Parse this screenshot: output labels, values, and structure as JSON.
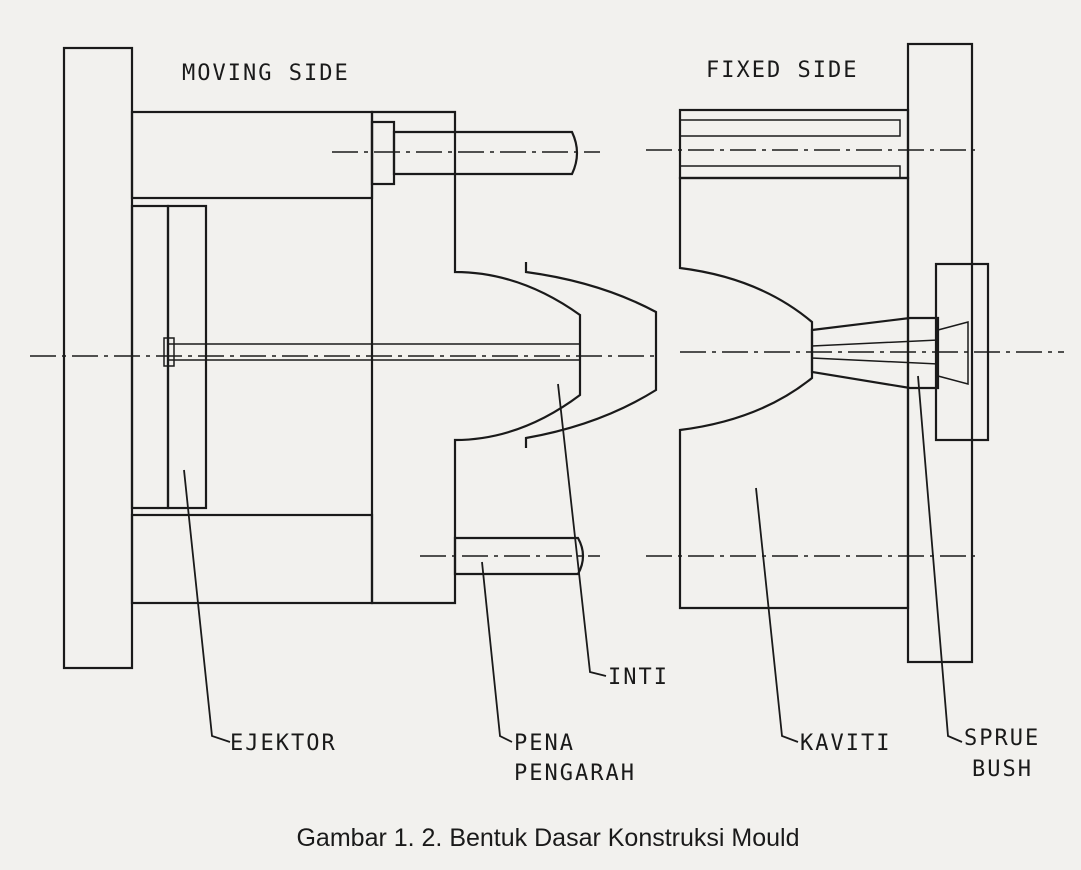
{
  "labels": {
    "moving_side": "MOVING SIDE",
    "fixed_side": "FIXED SIDE",
    "inti": "INTI",
    "ejektor": "EJEKTOR",
    "pena_line1": "PENA",
    "pena_line2": "PENGARAH",
    "kaviti": "KAVITI",
    "sprue_line1": "SPRUE",
    "sprue_line2": "BUSH"
  },
  "caption": "Gambar 1. 2. Bentuk Dasar Konstruksi Mould"
}
